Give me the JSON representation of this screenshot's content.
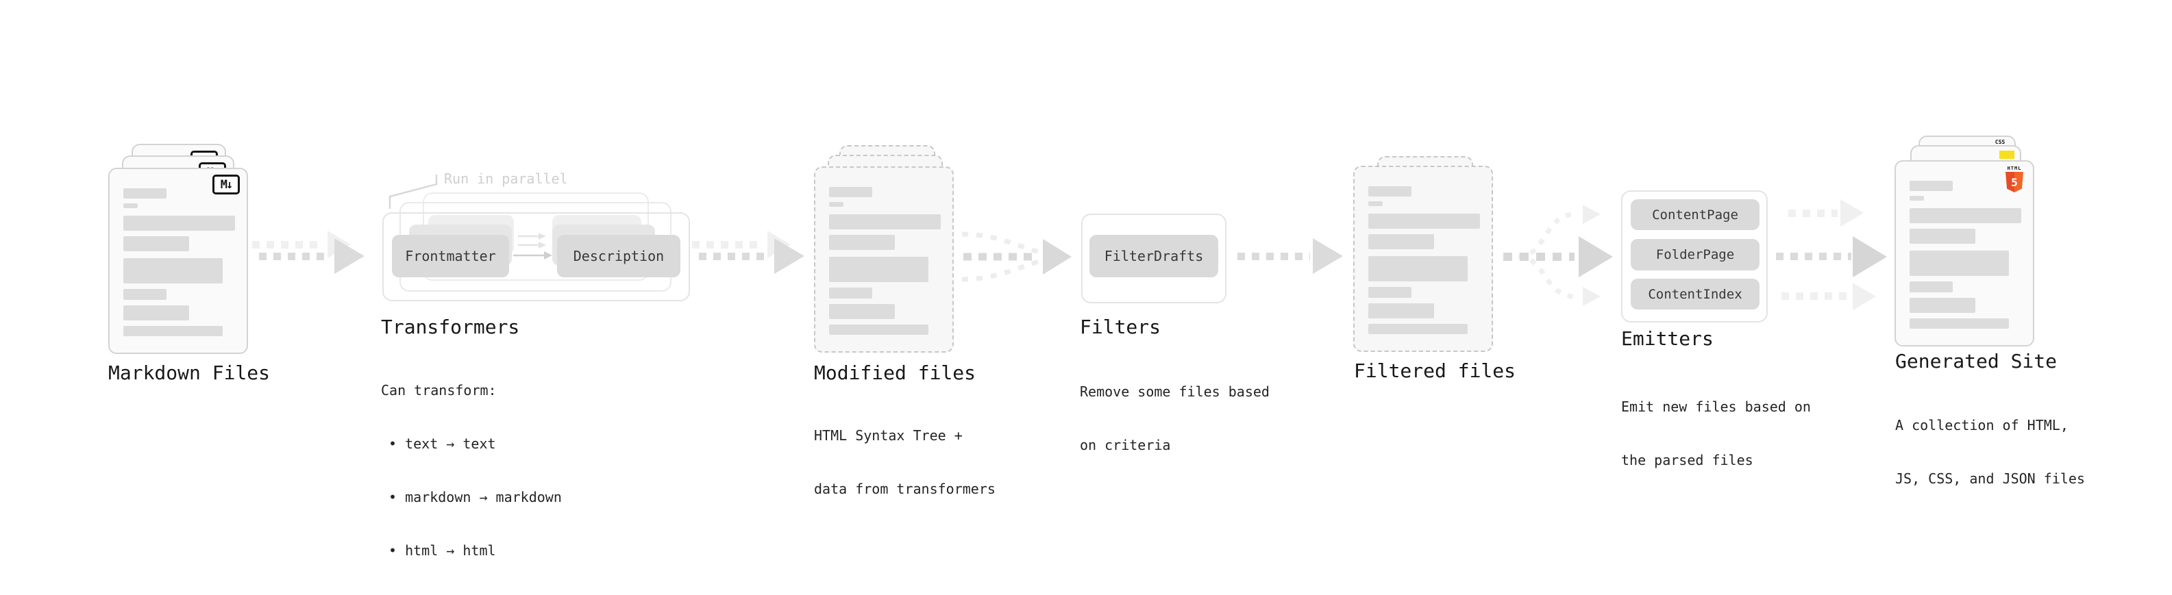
{
  "colors": {
    "html5_orange": "#e44d26",
    "html5_orange2": "#f16529",
    "js_yellow": "#f7df1e",
    "css_blue": "#2965f1",
    "arrow_dark": "#dbdbdb",
    "arrow_light": "#f0f0f0",
    "doc_bar_gray": "#dcdcdc"
  },
  "sections": {
    "markdown_files": {
      "label": "Markdown Files",
      "badge": "M↓"
    },
    "transformers": {
      "annotation": "Run in parallel",
      "boxes": [
        "Frontmatter",
        "Description"
      ],
      "title": "Transformers",
      "desc_heading": "Can transform:",
      "bullets": [
        "• text → text",
        "• markdown → markdown",
        "• html → html"
      ]
    },
    "modified_files": {
      "title": "Modified files",
      "subtitle": [
        "HTML Syntax Tree +",
        "data from transformers"
      ]
    },
    "filters": {
      "box": "FilterDrafts",
      "title": "Filters",
      "subtitle": [
        "Remove some files based",
        "on criteria"
      ]
    },
    "filtered_files": {
      "title": "Filtered files"
    },
    "emitters": {
      "boxes": [
        "ContentPage",
        "FolderPage",
        "ContentIndex"
      ],
      "title": "Emitters",
      "subtitle": [
        "Emit new files based on",
        "the parsed files"
      ]
    },
    "generated_site": {
      "title": "Generated Site",
      "subtitle": [
        "A collection of HTML,",
        "JS, CSS, and JSON files"
      ],
      "badges": {
        "css": "CSS",
        "html_label": "HTML",
        "html_number": "5"
      }
    }
  }
}
